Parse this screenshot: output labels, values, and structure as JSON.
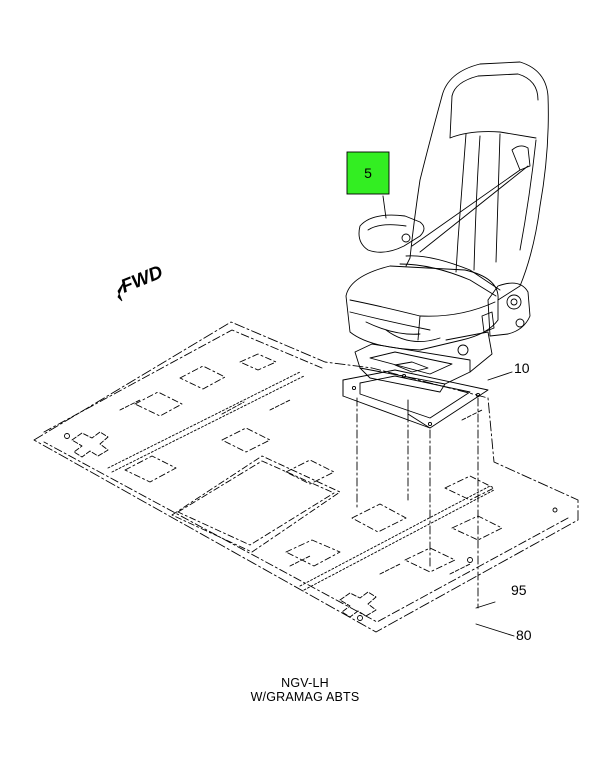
{
  "diagram": {
    "direction_marker": "FWD",
    "highlight_color": "#33ee22",
    "callouts": {
      "seat": "5",
      "base": "10",
      "bolt_upper": "95",
      "bolt_lower": "80"
    },
    "caption": {
      "line1": "NGV-LH",
      "line2": "W/GRAMAG ABTS"
    }
  }
}
